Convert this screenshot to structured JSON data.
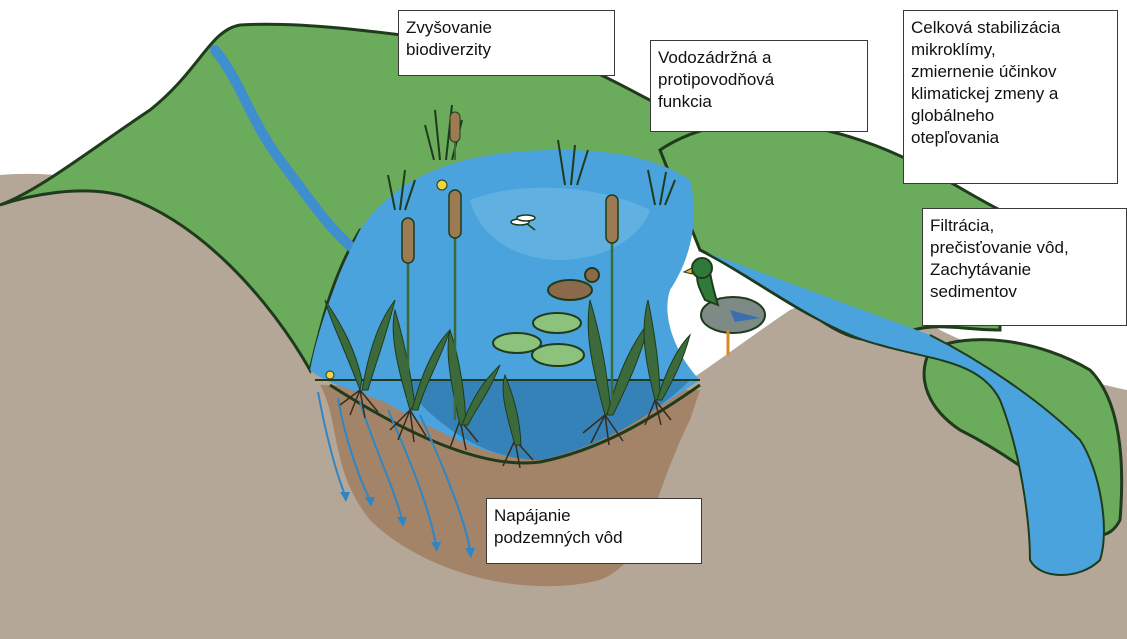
{
  "colors": {
    "soil": "#b5a797",
    "soil_dark": "#a48468",
    "grass": "#6aab5c",
    "grass_edge": "#1f3b1c",
    "water": "#4aa3dc",
    "water_deep": "#3582b8",
    "water_light": "#6fb9e6",
    "arrow": "#2f86c6",
    "plant": "#3d6a3a",
    "cattail": "#9c7b53"
  },
  "labels": {
    "biodiversity": [
      "Zvyšovanie",
      "biodiverzity"
    ],
    "water_retention": [
      "Vodozádržná a",
      "protipovodňová",
      "funkcia"
    ],
    "climate": [
      "Celková stabilizácia",
      "mikroklímy,",
      "zmiernenie účinkov",
      "klimatickej zmeny a",
      "globálneho",
      "otepľovania"
    ],
    "filtration": [
      "Filtrácia,",
      "prečisťovanie vôd,",
      "Zachytávanie",
      "sedimentov"
    ],
    "groundwater": [
      "Napájanie",
      "podzemných vôd"
    ]
  },
  "icons": [
    "cattail-icon",
    "reed-icon",
    "duck-icon",
    "mallard-icon",
    "water-lily-icon",
    "dragonfly-icon",
    "infiltration-arrow-icon",
    "yellow-flower-icon"
  ]
}
